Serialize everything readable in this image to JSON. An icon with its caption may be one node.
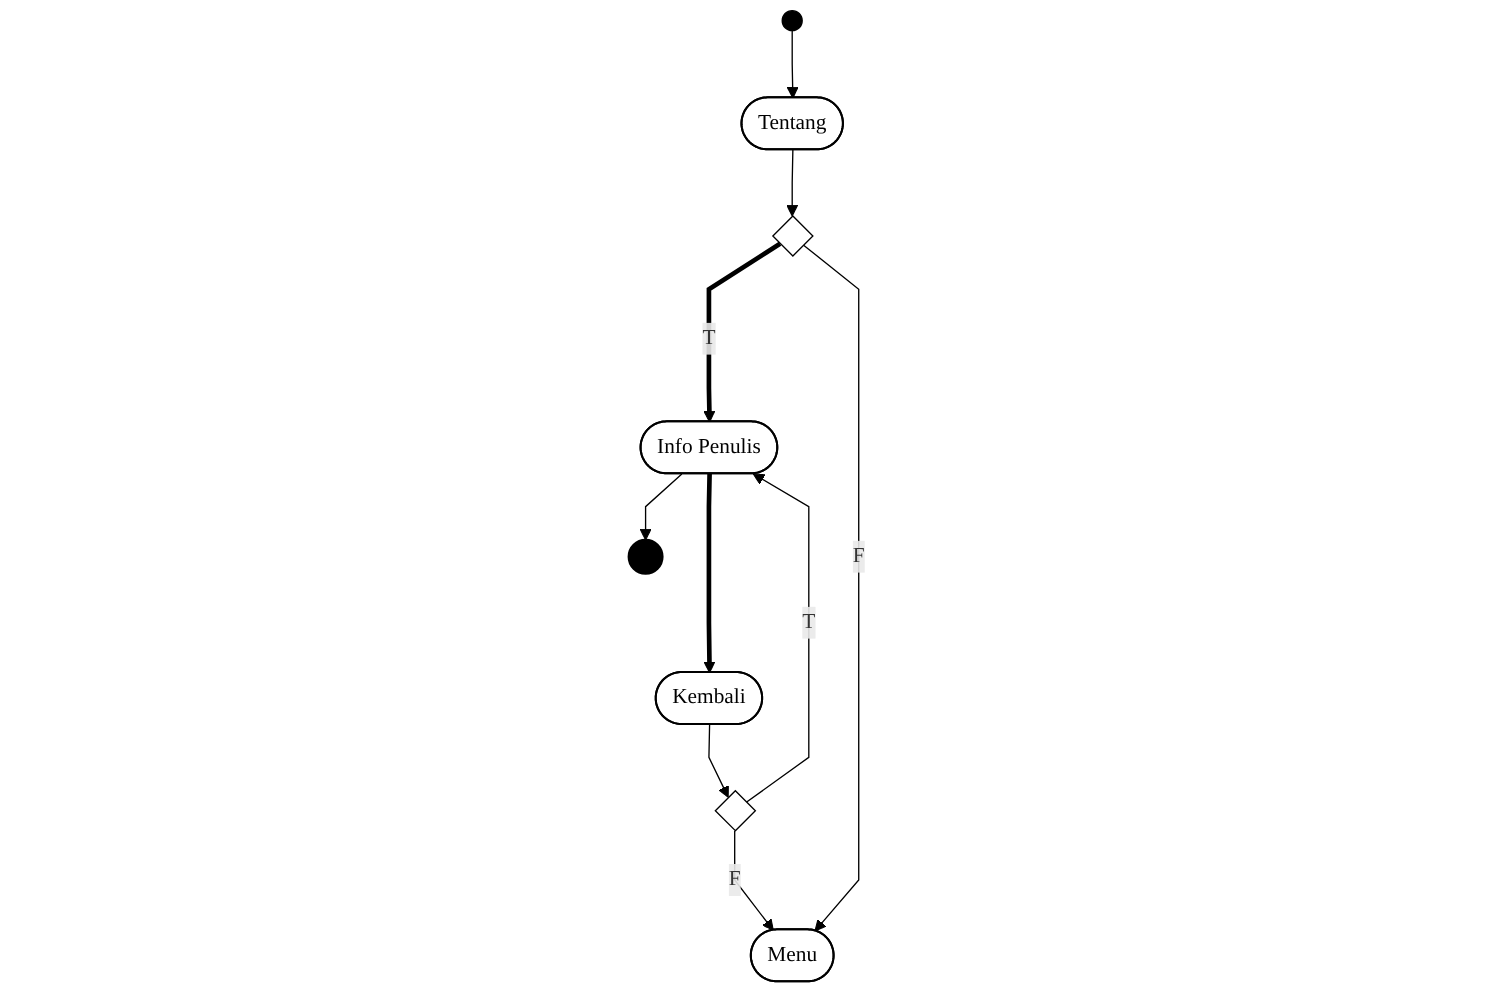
{
  "diagram": {
    "nodes": [
      {
        "text": [],
        "shape": "circle"
      },
      {
        "text": [
          "Tentang"
        ]
      },
      {
        "text": [],
        "shape": "diamond"
      },
      {
        "text": [
          "Info Penulis"
        ]
      },
      {
        "text": [],
        "shape": "circle"
      },
      {
        "text": [
          "Kembali"
        ]
      },
      {
        "text": [],
        "shape": "diamond"
      },
      {
        "text": [
          "Menu"
        ]
      }
    ],
    "edges": [
      {
        "from": 0,
        "to": 1,
        "arrow": "to"
      },
      {
        "from": 1,
        "to": 2,
        "arrow": "to"
      },
      {
        "from": 2,
        "to": 3,
        "arrow": "to",
        "label": "T",
        "style": "thick"
      },
      {
        "from": 2,
        "to": 7,
        "arrow": "to",
        "label": "F"
      },
      {
        "from": 3,
        "to": 4,
        "arrow": "to"
      },
      {
        "from": 3,
        "to": 5,
        "arrow": "to",
        "style": "thick"
      },
      {
        "from": 5,
        "to": 6,
        "arrow": "to"
      },
      {
        "from": 6,
        "to": 3,
        "arrow": "to",
        "label": "T"
      },
      {
        "from": 6,
        "to": 7,
        "arrow": "to",
        "label": "F"
      }
    ]
  }
}
